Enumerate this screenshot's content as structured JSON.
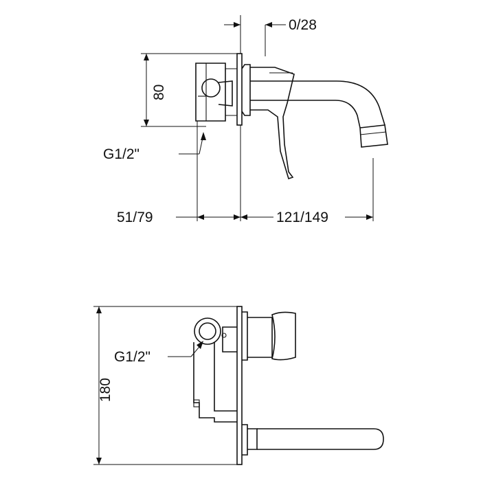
{
  "side_view": {
    "dim_top_offset": "0/28",
    "dim_height": "80",
    "thread_label": "G1/2\"",
    "dim_depth_body": "51/79",
    "dim_spout_reach": "121/149"
  },
  "front_view": {
    "thread_label": "G1/2\"",
    "dim_height": "180"
  }
}
